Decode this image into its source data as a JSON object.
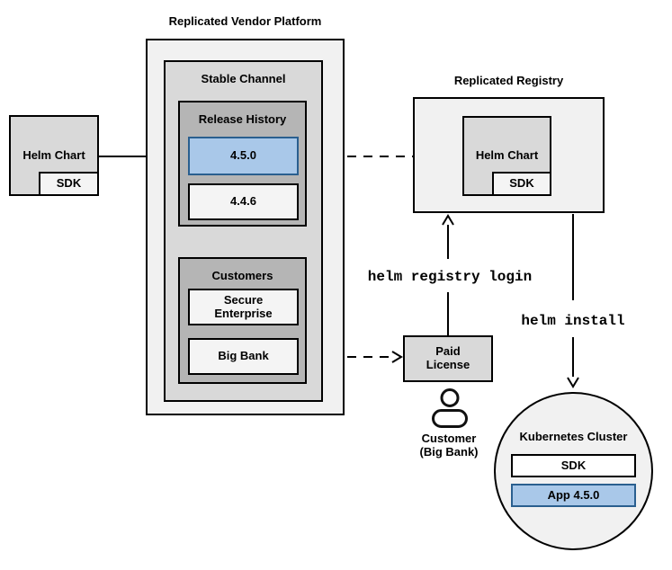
{
  "vendor_platform": {
    "title": "Replicated Vendor Platform",
    "stable_channel": {
      "label": "Stable Channel",
      "release_history": {
        "label": "Release History",
        "release_new": "4.5.0",
        "release_old": "4.4.6"
      },
      "customers": {
        "label": "Customers",
        "customer_1": "Secure Enterprise",
        "customer_2": "Big Bank"
      }
    }
  },
  "source_helm_chart": {
    "label": "Helm Chart",
    "sdk": "SDK"
  },
  "registry": {
    "title": "Replicated Registry",
    "helm_chart": {
      "label": "Helm Chart",
      "sdk": "SDK"
    }
  },
  "paid_license": {
    "label": "Paid License"
  },
  "customer_actor": {
    "label": "Customer (Big Bank)"
  },
  "commands": {
    "registry_login": "helm registry login",
    "install": "helm install"
  },
  "kubernetes_cluster": {
    "label": "Kubernetes Cluster",
    "sdk": "SDK",
    "app": "App 4.5.0"
  },
  "colors": {
    "highlight_fill": "#a9c8e9",
    "highlight_border": "#2a5f8f",
    "highlight_text": "#1d5c9b",
    "box_light_gray": "#d9d9d9",
    "box_mid_gray": "#b5b5b5",
    "box_lightest_gray": "#f1f1f1"
  }
}
